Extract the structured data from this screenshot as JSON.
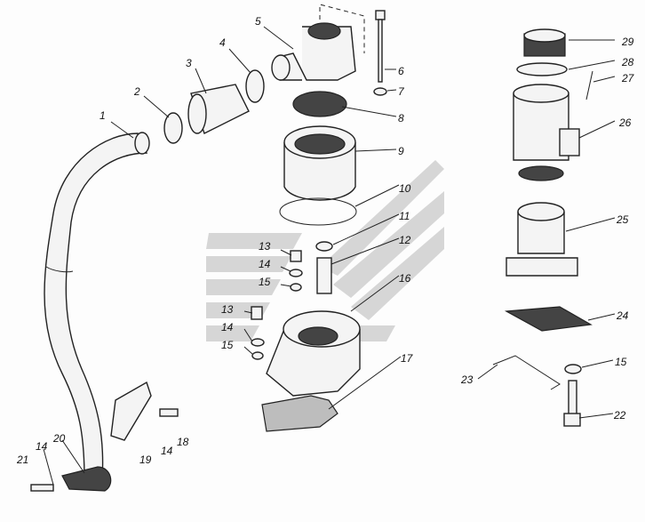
{
  "diagram": {
    "title": "Exploded view of air filter / intake assembly",
    "watermark": "stylized gray stripe logo",
    "labels": [
      "1",
      "2",
      "3",
      "4",
      "5",
      "6",
      "7",
      "8",
      "9",
      "10",
      "11",
      "12",
      "13",
      "14",
      "15",
      "16",
      "13",
      "14",
      "15",
      "17",
      "18",
      "19",
      "14",
      "20",
      "21",
      "14",
      "22",
      "23",
      "24",
      "25",
      "26",
      "27",
      "28",
      "29",
      "15"
    ]
  }
}
